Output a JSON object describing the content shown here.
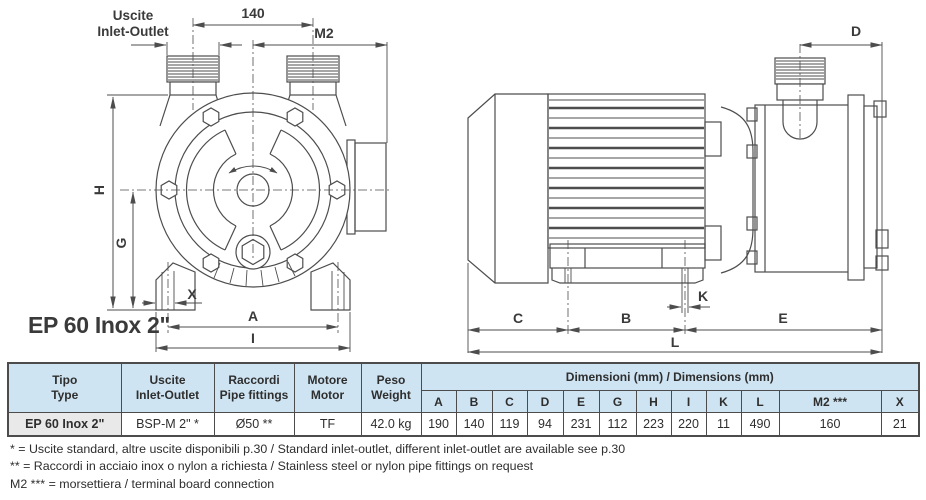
{
  "drawing": {
    "title": "EP 60 Inox 2\"",
    "front_view": {
      "labels": {
        "port_line1": "Uscite",
        "port_line2": "Inlet-Outlet",
        "dim_140": "140",
        "dim_m2": "M2",
        "dim_h": "H",
        "dim_g": "G",
        "dim_x": "X",
        "dim_a": "A",
        "dim_i": "I"
      }
    },
    "side_view": {
      "labels": {
        "dim_d": "D",
        "dim_c": "C",
        "dim_b": "B",
        "dim_e": "E",
        "dim_k": "K",
        "dim_l": "L"
      }
    }
  },
  "table": {
    "headers": {
      "tipo_it": "Tipo",
      "tipo_en": "Type",
      "uscite_it": "Uscite",
      "uscite_en": "Inlet-Outlet",
      "raccordi_it": "Raccordi",
      "raccordi_en": "Pipe fittings",
      "motore_it": "Motore",
      "motore_en": "Motor",
      "peso_it": "Peso",
      "peso_en": "Weight",
      "dimensions_group": "Dimensioni (mm) / Dimensions (mm)"
    },
    "dim_columns": [
      "A",
      "B",
      "C",
      "D",
      "E",
      "G",
      "H",
      "I",
      "K",
      "L",
      "M2 ***",
      "X"
    ],
    "row": {
      "type": "EP 60 Inox 2\"",
      "inlet_outlet": "BSP-M 2\" *",
      "pipe_fittings": "Ø50 **",
      "motor": "TF",
      "weight": "42.0 kg",
      "dims": [
        "190",
        "140",
        "119",
        "94",
        "231",
        "112",
        "223",
        "220",
        "11",
        "490",
        "160",
        "21"
      ]
    }
  },
  "notes": [
    "* = Uscite standard, altre uscite disponibili p.30 / Standard inlet-outlet, different inlet-outlet are available see p.30",
    "** = Raccordi in acciaio inox o nylon a richiesta / Stainless steel or nylon pipe fittings on request",
    "M2 *** = morsettiera / terminal board connection"
  ],
  "colors": {
    "table_header_bg": "#cfe4f2",
    "row_label_bg": "#e9e9e9",
    "table_border": "#4c4c4c",
    "drawing_line": "#4d4d4d",
    "text": "#2e2e2e"
  }
}
